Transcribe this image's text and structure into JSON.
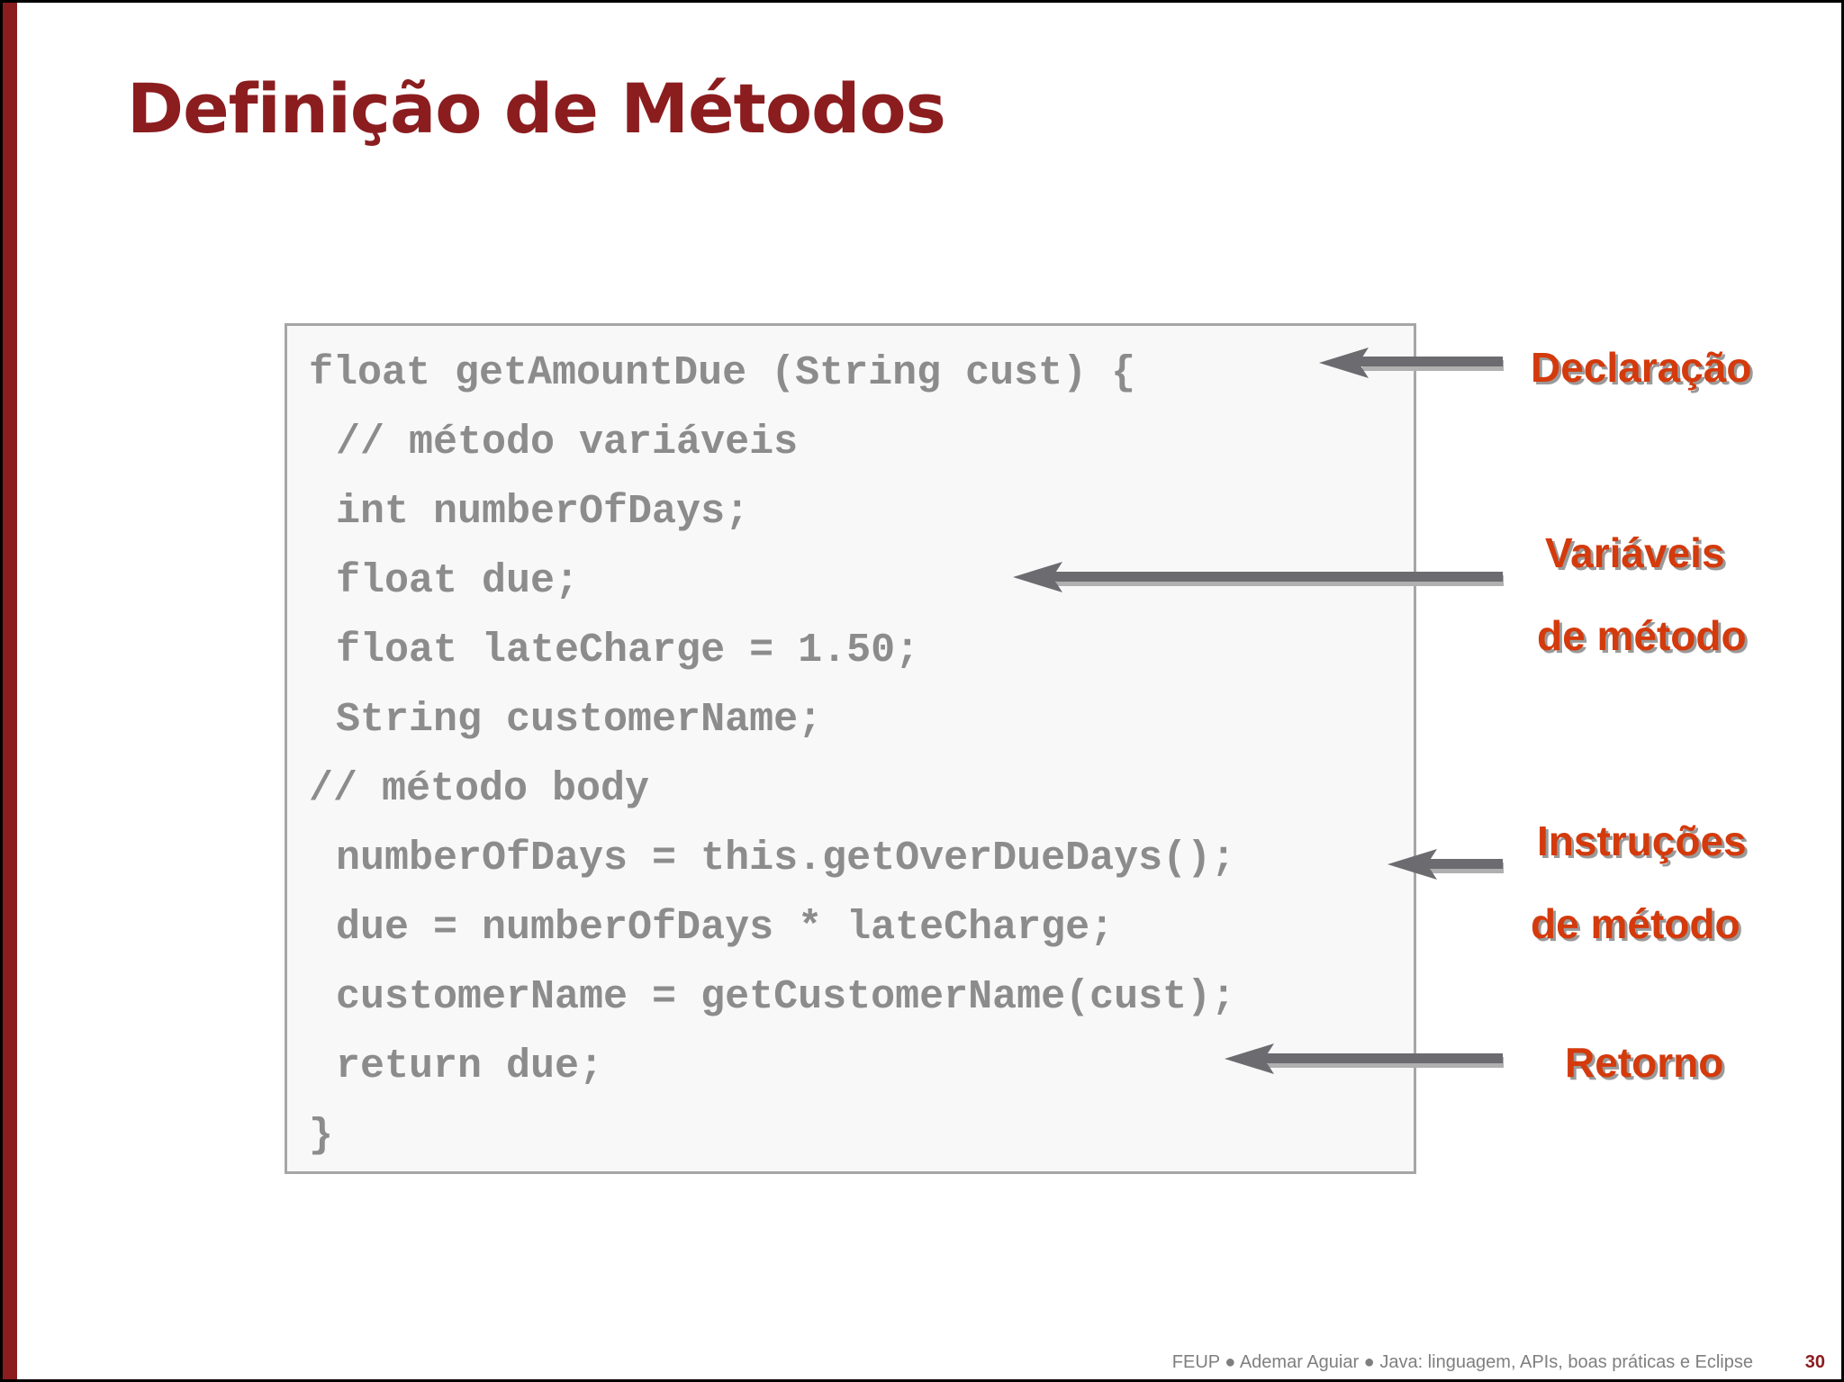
{
  "title": "Definição de Métodos",
  "code_lines": [
    "float getAmountDue (String cust) {",
    "// método variáveis",
    "int numberOfDays;",
    "float due;",
    "float lateCharge = 1.50;",
    "String customerName;",
    "// método body",
    "numberOfDays = this.getOverDueDays();",
    "due = numberOfDays * lateCharge;",
    "customerName = getCustomerName(cust);",
    "return due;",
    "}"
  ],
  "annotations": {
    "declaracao": "Declaração",
    "variaveis_line1": "Variáveis",
    "variaveis_line2": "de método",
    "instrucoes_line1": "Instruções",
    "instrucoes_line2": "de método",
    "retorno": "Retorno"
  },
  "footer": {
    "text": "FEUP ● Ademar Aguiar ● Java: linguagem, APIs, boas práticas e Eclipse",
    "page_number": "30"
  },
  "colors": {
    "title": "#8b1d1f",
    "accent_bar": "#8b1d1f",
    "annotation": "#d43a0c",
    "code": "#8c8c8c",
    "arrow": "#6b6b70"
  }
}
